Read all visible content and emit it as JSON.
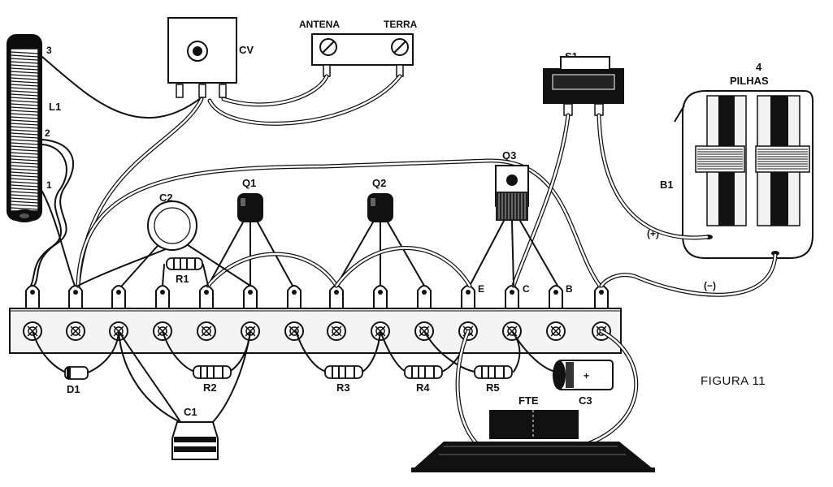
{
  "figure_title": "FIGURA 11",
  "labels": {
    "coil": "L1",
    "coil_tap_1": "1",
    "coil_tap_2": "2",
    "coil_tap_3": "3",
    "variable_capacitor": "CV",
    "antenna": "ANTENA",
    "ground": "TERRA",
    "switch": "S1",
    "battery_count": "4",
    "battery_type": "PILHAS",
    "battery": "B1",
    "positive": "(+)",
    "negative": "(−)",
    "c2": "C2",
    "q1": "Q1",
    "q2": "Q2",
    "q3": "Q3",
    "r1": "R1",
    "r2": "R2",
    "r3": "R3",
    "r4": "R4",
    "r5": "R5",
    "d1": "D1",
    "c1": "C1",
    "c3": "C3",
    "speaker": "FTE",
    "emitter": "E",
    "collector": "C",
    "base": "B"
  },
  "colors": {
    "ink": "#111111",
    "paper": "#ffffff",
    "board": "#f4f4f4"
  }
}
